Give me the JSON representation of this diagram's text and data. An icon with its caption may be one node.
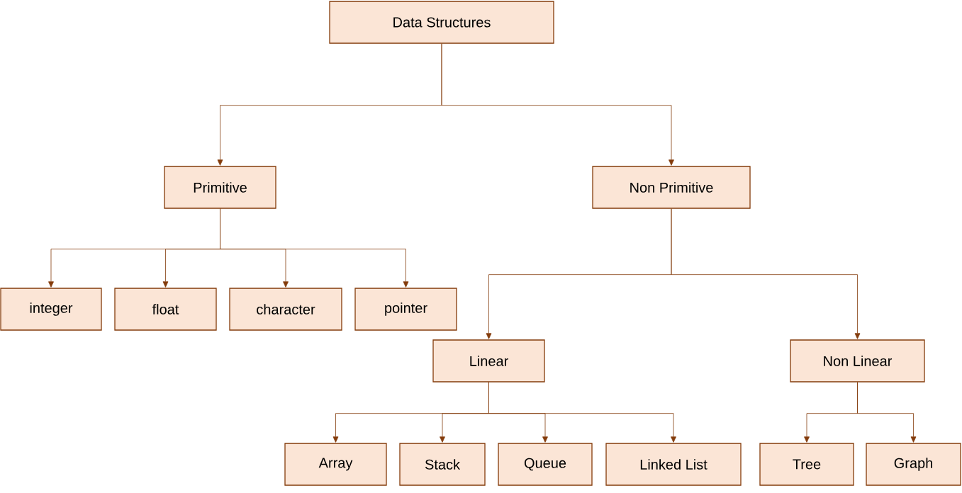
{
  "diagram": {
    "nodes": [
      {
        "text": [
          "Data Structures"
        ]
      },
      {
        "text": [
          "Primitive"
        ]
      },
      {
        "text": [
          "Non Primitive"
        ]
      },
      {
        "text": [
          "integer"
        ]
      },
      {
        "text": [
          "float"
        ]
      },
      {
        "text": [
          "character"
        ]
      },
      {
        "text": [
          "pointer"
        ]
      },
      {
        "text": [
          "Linear"
        ]
      },
      {
        "text": [
          "Non Linear"
        ]
      },
      {
        "text": [
          "Array"
        ]
      },
      {
        "text": [
          "Stack"
        ]
      },
      {
        "text": [
          "Queue"
        ]
      },
      {
        "text": [
          "Linked List"
        ]
      },
      {
        "text": [
          "Tree"
        ]
      },
      {
        "text": [
          "Graph"
        ]
      }
    ],
    "edges": [
      {
        "from": 0,
        "to": 1,
        "arrow": "to"
      },
      {
        "from": 0,
        "to": 2,
        "arrow": "to"
      },
      {
        "from": 1,
        "to": 3,
        "arrow": "to"
      },
      {
        "from": 1,
        "to": 4,
        "arrow": "to"
      },
      {
        "from": 1,
        "to": 5,
        "arrow": "to"
      },
      {
        "from": 1,
        "to": 6,
        "arrow": "to"
      },
      {
        "from": 2,
        "to": 7,
        "arrow": "to"
      },
      {
        "from": 2,
        "to": 8,
        "arrow": "to"
      },
      {
        "from": 7,
        "to": 9,
        "arrow": "to"
      },
      {
        "from": 7,
        "to": 10,
        "arrow": "to"
      },
      {
        "from": 7,
        "to": 11,
        "arrow": "to"
      },
      {
        "from": 7,
        "to": 12,
        "arrow": "to"
      },
      {
        "from": 8,
        "to": 13,
        "arrow": "to"
      },
      {
        "from": 8,
        "to": 14,
        "arrow": "to"
      }
    ]
  }
}
